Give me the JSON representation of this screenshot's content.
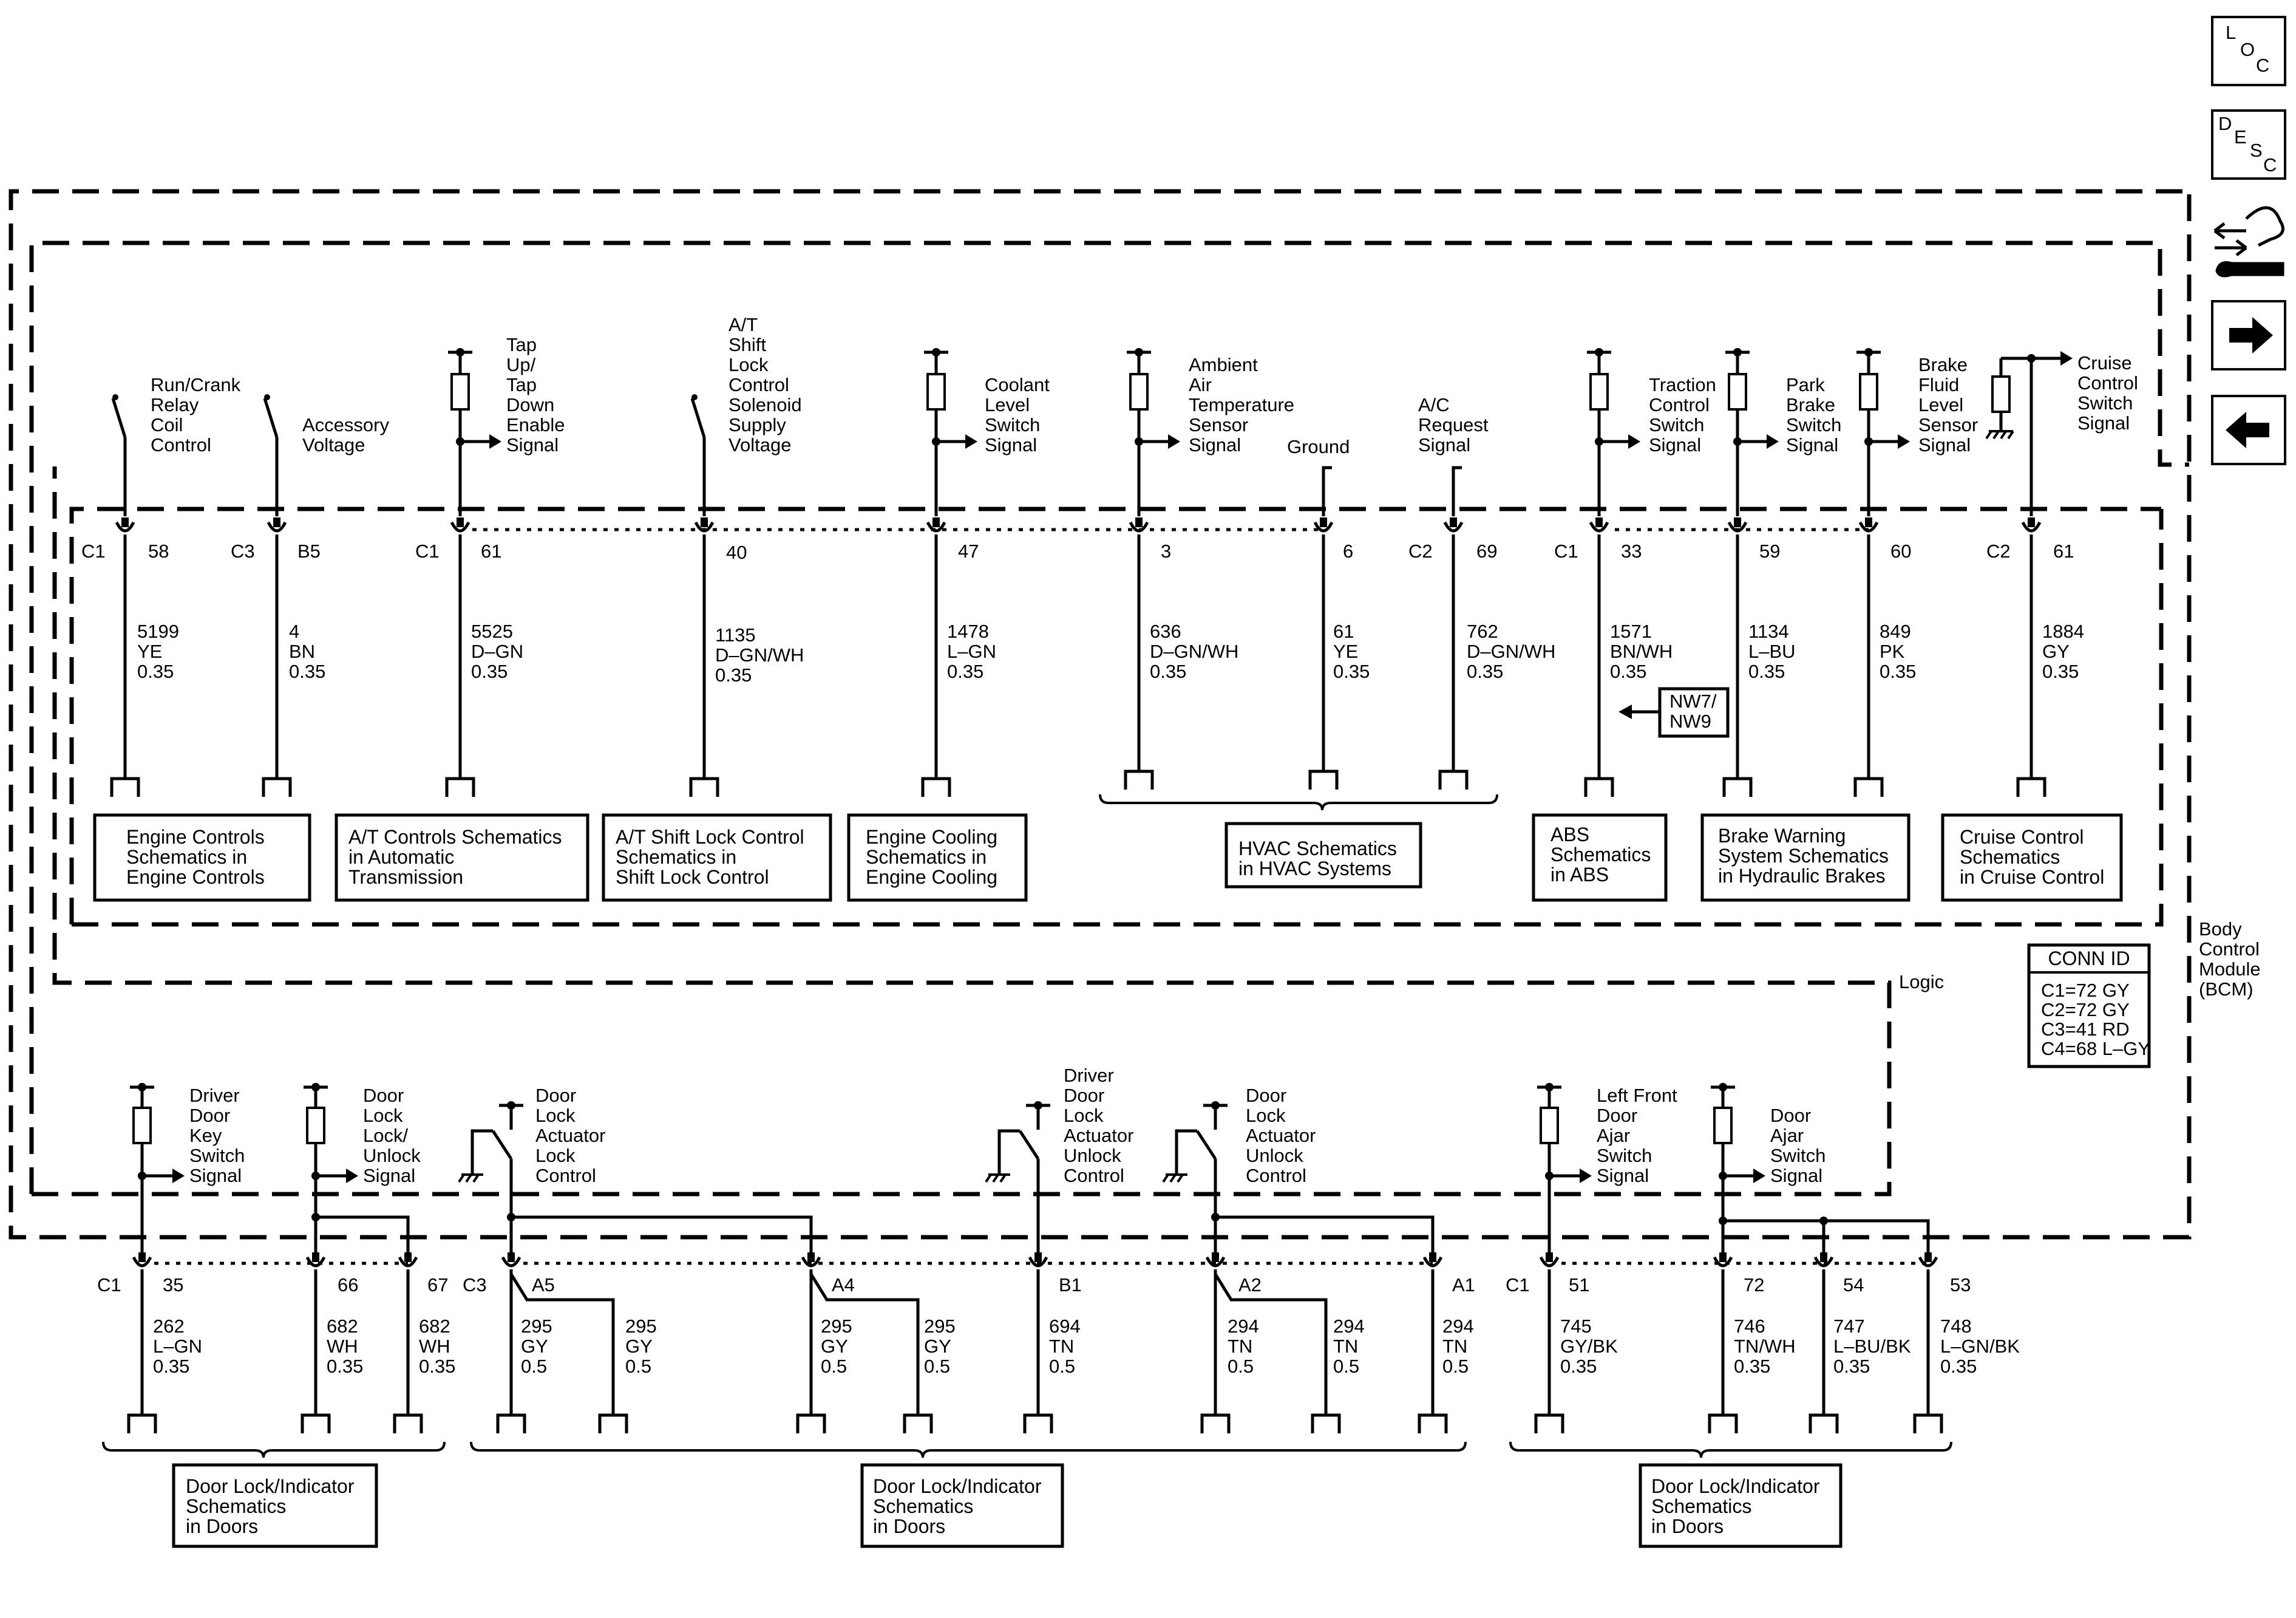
{
  "nav": {
    "loc": {
      "l": "L",
      "o": "O",
      "c": "C"
    },
    "desc": {
      "d": "D",
      "e": "E",
      "s": "S",
      "c": "C"
    }
  },
  "module": {
    "name_lines": [
      "Body",
      "Control",
      "Module",
      "(BCM)"
    ],
    "logic_label": "Logic",
    "conn_id": {
      "title": "CONN ID",
      "lines": [
        "C1=72 GY",
        "C2=72 GY",
        "C3=41 RD",
        "C4=68 L–GY"
      ]
    }
  },
  "top_signals": [
    {
      "lines": [
        "Run/Crank",
        "Relay",
        "Coil",
        "Control"
      ]
    },
    {
      "lines": [
        "Accessory",
        "Voltage"
      ]
    },
    {
      "lines": [
        "Tap",
        "Up/",
        "Tap",
        "Down",
        "Enable",
        "Signal"
      ]
    },
    {
      "lines": [
        "A/T",
        "Shift",
        "Lock",
        "Control",
        "Solenoid",
        "Supply",
        "Voltage"
      ]
    },
    {
      "lines": [
        "Coolant",
        "Level",
        "Switch",
        "Signal"
      ]
    },
    {
      "lines": [
        "Ambient",
        "Air",
        "Temperature",
        "Sensor",
        "Signal"
      ]
    },
    {
      "lines": [
        "Ground"
      ]
    },
    {
      "lines": [
        "A/C",
        "Request",
        "Signal"
      ]
    },
    {
      "lines": [
        "Traction",
        "Control",
        "Switch",
        "Signal"
      ]
    },
    {
      "lines": [
        "Park",
        "Brake",
        "Switch",
        "Signal"
      ]
    },
    {
      "lines": [
        "Brake",
        "Fluid",
        "Level",
        "Sensor",
        "Signal"
      ]
    },
    {
      "lines": [
        "Cruise",
        "Control",
        "Switch",
        "Signal"
      ]
    }
  ],
  "top_pins": [
    {
      "conn": "C1",
      "pin": "58",
      "circuit": "5199",
      "color": "YE",
      "gauge": "0.35"
    },
    {
      "conn": "C3",
      "pin": "B5",
      "circuit": "4",
      "color": "BN",
      "gauge": "0.35"
    },
    {
      "conn": "C1",
      "pin": "61",
      "circuit": "5525",
      "color": "D–GN",
      "gauge": "0.35"
    },
    {
      "conn": "",
      "pin": "40",
      "circuit": "1135",
      "color": "D–GN/WH",
      "gauge": "0.35"
    },
    {
      "conn": "",
      "pin": "47",
      "circuit": "1478",
      "color": "L–GN",
      "gauge": "0.35"
    },
    {
      "conn": "",
      "pin": "3",
      "circuit": "636",
      "color": "D–GN/WH",
      "gauge": "0.35"
    },
    {
      "conn": "",
      "pin": "6",
      "circuit": "61",
      "color": "YE",
      "gauge": "0.35"
    },
    {
      "conn": "C2",
      "pin": "69",
      "circuit": "762",
      "color": "D–GN/WH",
      "gauge": "0.35"
    },
    {
      "conn": "C1",
      "pin": "33",
      "circuit": "1571",
      "color": "BN/WH",
      "gauge": "0.35"
    },
    {
      "conn": "",
      "pin": "59",
      "circuit": "1134",
      "color": "L–BU",
      "gauge": "0.35"
    },
    {
      "conn": "",
      "pin": "60",
      "circuit": "849",
      "color": "PK",
      "gauge": "0.35"
    },
    {
      "conn": "C2",
      "pin": "61",
      "circuit": "1884",
      "color": "GY",
      "gauge": "0.35"
    }
  ],
  "top_destinations": [
    {
      "lines": [
        "Engine Controls",
        "Schematics in",
        "Engine Controls"
      ]
    },
    {
      "lines": [
        "A/T Controls Schematics",
        "in Automatic",
        "Transmission"
      ]
    },
    {
      "lines": [
        "A/T Shift Lock Control",
        "Schematics in",
        "Shift Lock Control"
      ]
    },
    {
      "lines": [
        "Engine Cooling",
        "Schematics in",
        "Engine Cooling"
      ]
    },
    {
      "lines": [
        "HVAC Schematics",
        "in HVAC Systems"
      ]
    },
    {
      "lines": [
        "ABS",
        "Schematics",
        "in ABS"
      ]
    },
    {
      "lines": [
        "Brake Warning",
        "System Schematics",
        "in Hydraulic Brakes"
      ]
    },
    {
      "lines": [
        "Cruise Control",
        "Schematics",
        "in Cruise Control"
      ]
    }
  ],
  "nw_ref": {
    "lines": [
      "NW7/",
      "NW9"
    ]
  },
  "bottom_signals": [
    {
      "lines": [
        "Driver",
        "Door",
        "Key",
        "Switch",
        "Signal"
      ]
    },
    {
      "lines": [
        "Door",
        "Lock",
        "Lock/",
        "Unlock",
        "Signal"
      ]
    },
    {
      "lines": [
        "Door",
        "Lock",
        "Actuator",
        "Lock",
        "Control"
      ]
    },
    {
      "lines": [
        "Driver",
        "Door",
        "Lock",
        "Actuator",
        "Unlock",
        "Control"
      ]
    },
    {
      "lines": [
        "Door",
        "Lock",
        "Actuator",
        "Unlock",
        "Control"
      ]
    },
    {
      "lines": [
        "Left Front",
        "Door",
        "Ajar",
        "Switch",
        "Signal"
      ]
    },
    {
      "lines": [
        "Door",
        "Ajar",
        "Switch",
        "Signal"
      ]
    }
  ],
  "bottom_pins": [
    {
      "conn": "C1",
      "pin": "35",
      "circuit": "262",
      "color": "L–GN",
      "gauge": "0.35"
    },
    {
      "conn": "",
      "pin": "66",
      "circuit": "682",
      "color": "WH",
      "gauge": "0.35"
    },
    {
      "conn": "",
      "pin": "67",
      "circuit": "682",
      "color": "WH",
      "gauge": "0.35"
    },
    {
      "conn": "C3",
      "pin": "A5",
      "circuit": "295",
      "color": "GY",
      "gauge": "0.5"
    },
    {
      "conn": "",
      "pin": "",
      "circuit": "295",
      "color": "GY",
      "gauge": "0.5"
    },
    {
      "conn": "",
      "pin": "A4",
      "circuit": "295",
      "color": "GY",
      "gauge": "0.5"
    },
    {
      "conn": "",
      "pin": "",
      "circuit": "295",
      "color": "GY",
      "gauge": "0.5"
    },
    {
      "conn": "",
      "pin": "B1",
      "circuit": "694",
      "color": "TN",
      "gauge": "0.5"
    },
    {
      "conn": "",
      "pin": "A2",
      "circuit": "294",
      "color": "TN",
      "gauge": "0.5"
    },
    {
      "conn": "",
      "pin": "",
      "circuit": "294",
      "color": "TN",
      "gauge": "0.5"
    },
    {
      "conn": "",
      "pin": "A1",
      "circuit": "294",
      "color": "TN",
      "gauge": "0.5"
    },
    {
      "conn": "C1",
      "pin": "51",
      "circuit": "745",
      "color": "GY/BK",
      "gauge": "0.35"
    },
    {
      "conn": "",
      "pin": "72",
      "circuit": "746",
      "color": "TN/WH",
      "gauge": "0.35"
    },
    {
      "conn": "",
      "pin": "54",
      "circuit": "747",
      "color": "L–BU/BK",
      "gauge": "0.35"
    },
    {
      "conn": "",
      "pin": "53",
      "circuit": "748",
      "color": "L–GN/BK",
      "gauge": "0.35"
    }
  ],
  "bottom_destinations": [
    {
      "lines": [
        "Door Lock/Indicator",
        "Schematics",
        "in Doors"
      ]
    },
    {
      "lines": [
        "Door Lock/Indicator",
        "Schematics",
        "in Doors"
      ]
    },
    {
      "lines": [
        "Door Lock/Indicator",
        "Schematics",
        "in Doors"
      ]
    }
  ]
}
